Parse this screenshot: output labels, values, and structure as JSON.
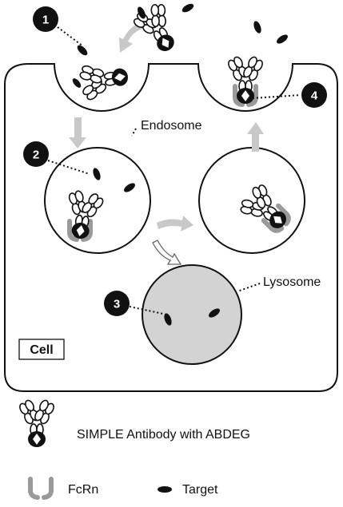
{
  "labels": {
    "endosome": "Endosome",
    "lysosome": "Lysosome",
    "cell": "Cell"
  },
  "steps": [
    "1",
    "2",
    "3",
    "4"
  ],
  "legend": {
    "antibody": "SIMPLE Antibody with ABDEG",
    "fcrn": "FcRn",
    "target": "Target"
  },
  "colors": {
    "arrow": "#c8c8c8",
    "lysosome_fill": "#d3d3d3",
    "marker": "#111111",
    "fcrn": "#9a9a9a"
  }
}
